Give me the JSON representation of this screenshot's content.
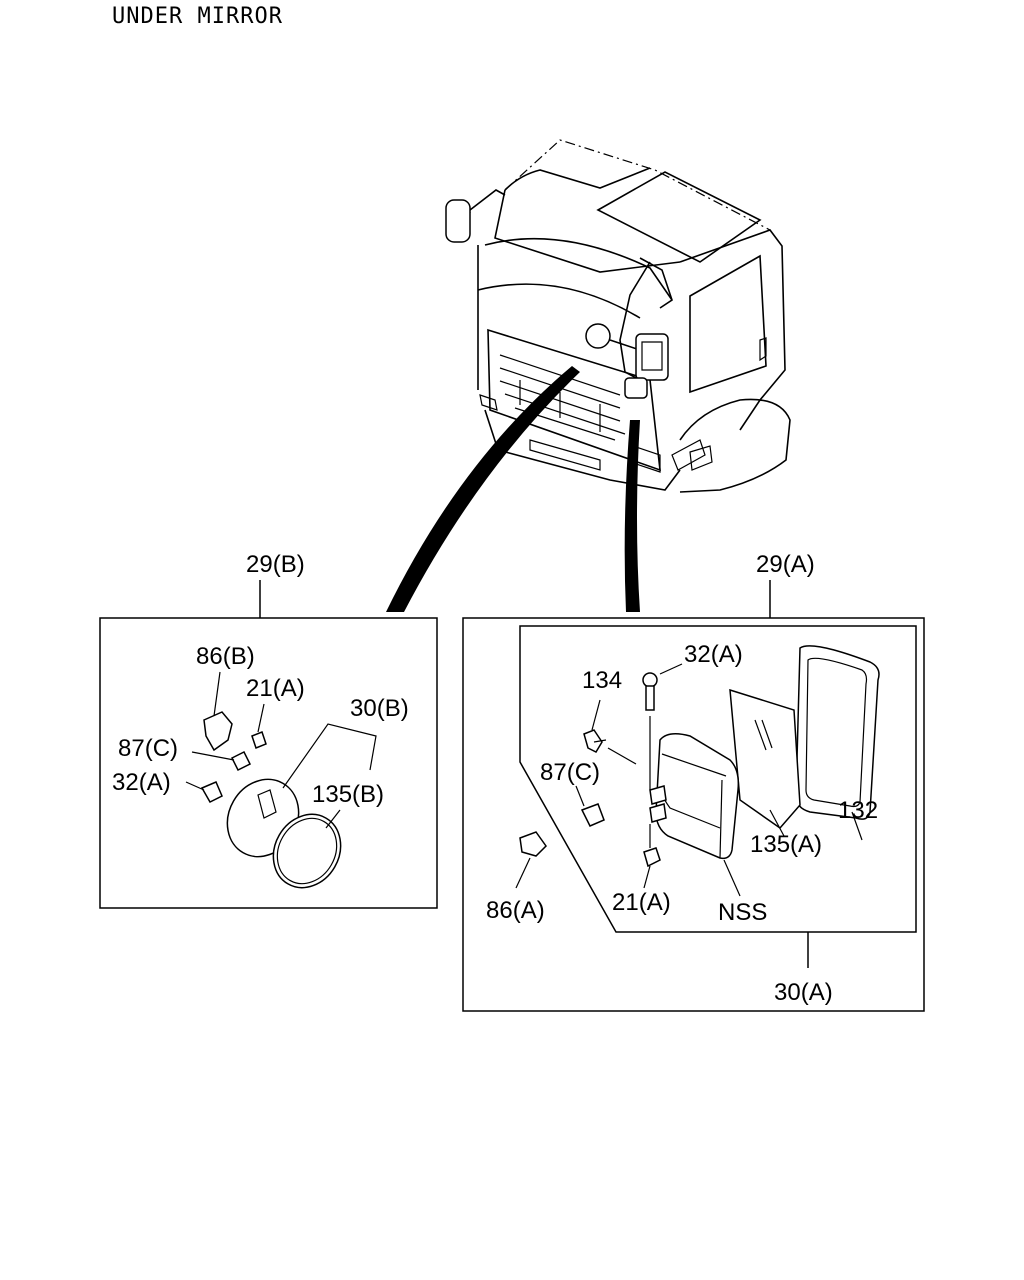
{
  "title": "UNDER MIRROR",
  "labels": {
    "l29b": "29(B)",
    "l29a": "29(A)",
    "l86b": "86(B)",
    "l21a_left": "21(A)",
    "l30b": "30(B)",
    "l87c_left": "87(C)",
    "l32a_left": "32(A)",
    "l135b": "135(B)",
    "l32a_right": "32(A)",
    "l134": "134",
    "l87c_right": "87(C)",
    "l132": "132",
    "l135a": "135(A)",
    "l86a": "86(A)",
    "l21a_right": "21(A)",
    "lnss": "NSS",
    "l30a": "30(A)"
  }
}
